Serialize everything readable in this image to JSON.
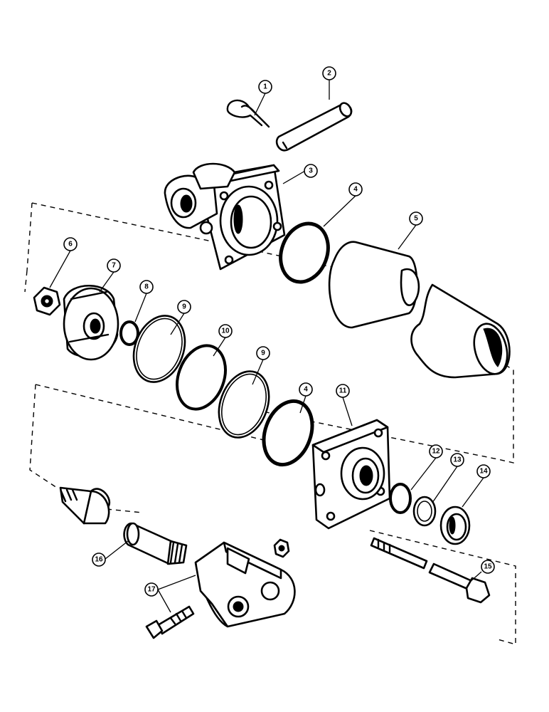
{
  "callouts": {
    "c1": "1",
    "c2": "2",
    "c3": "3",
    "c4a": "4",
    "c4b": "4",
    "c5": "5",
    "c6": "6",
    "c7": "7",
    "c8": "8",
    "c9a": "9",
    "c9b": "9",
    "c10": "10",
    "c11": "11",
    "c12": "12",
    "c13": "13",
    "c14": "14",
    "c15": "15",
    "c16": "16",
    "c17": "17"
  }
}
